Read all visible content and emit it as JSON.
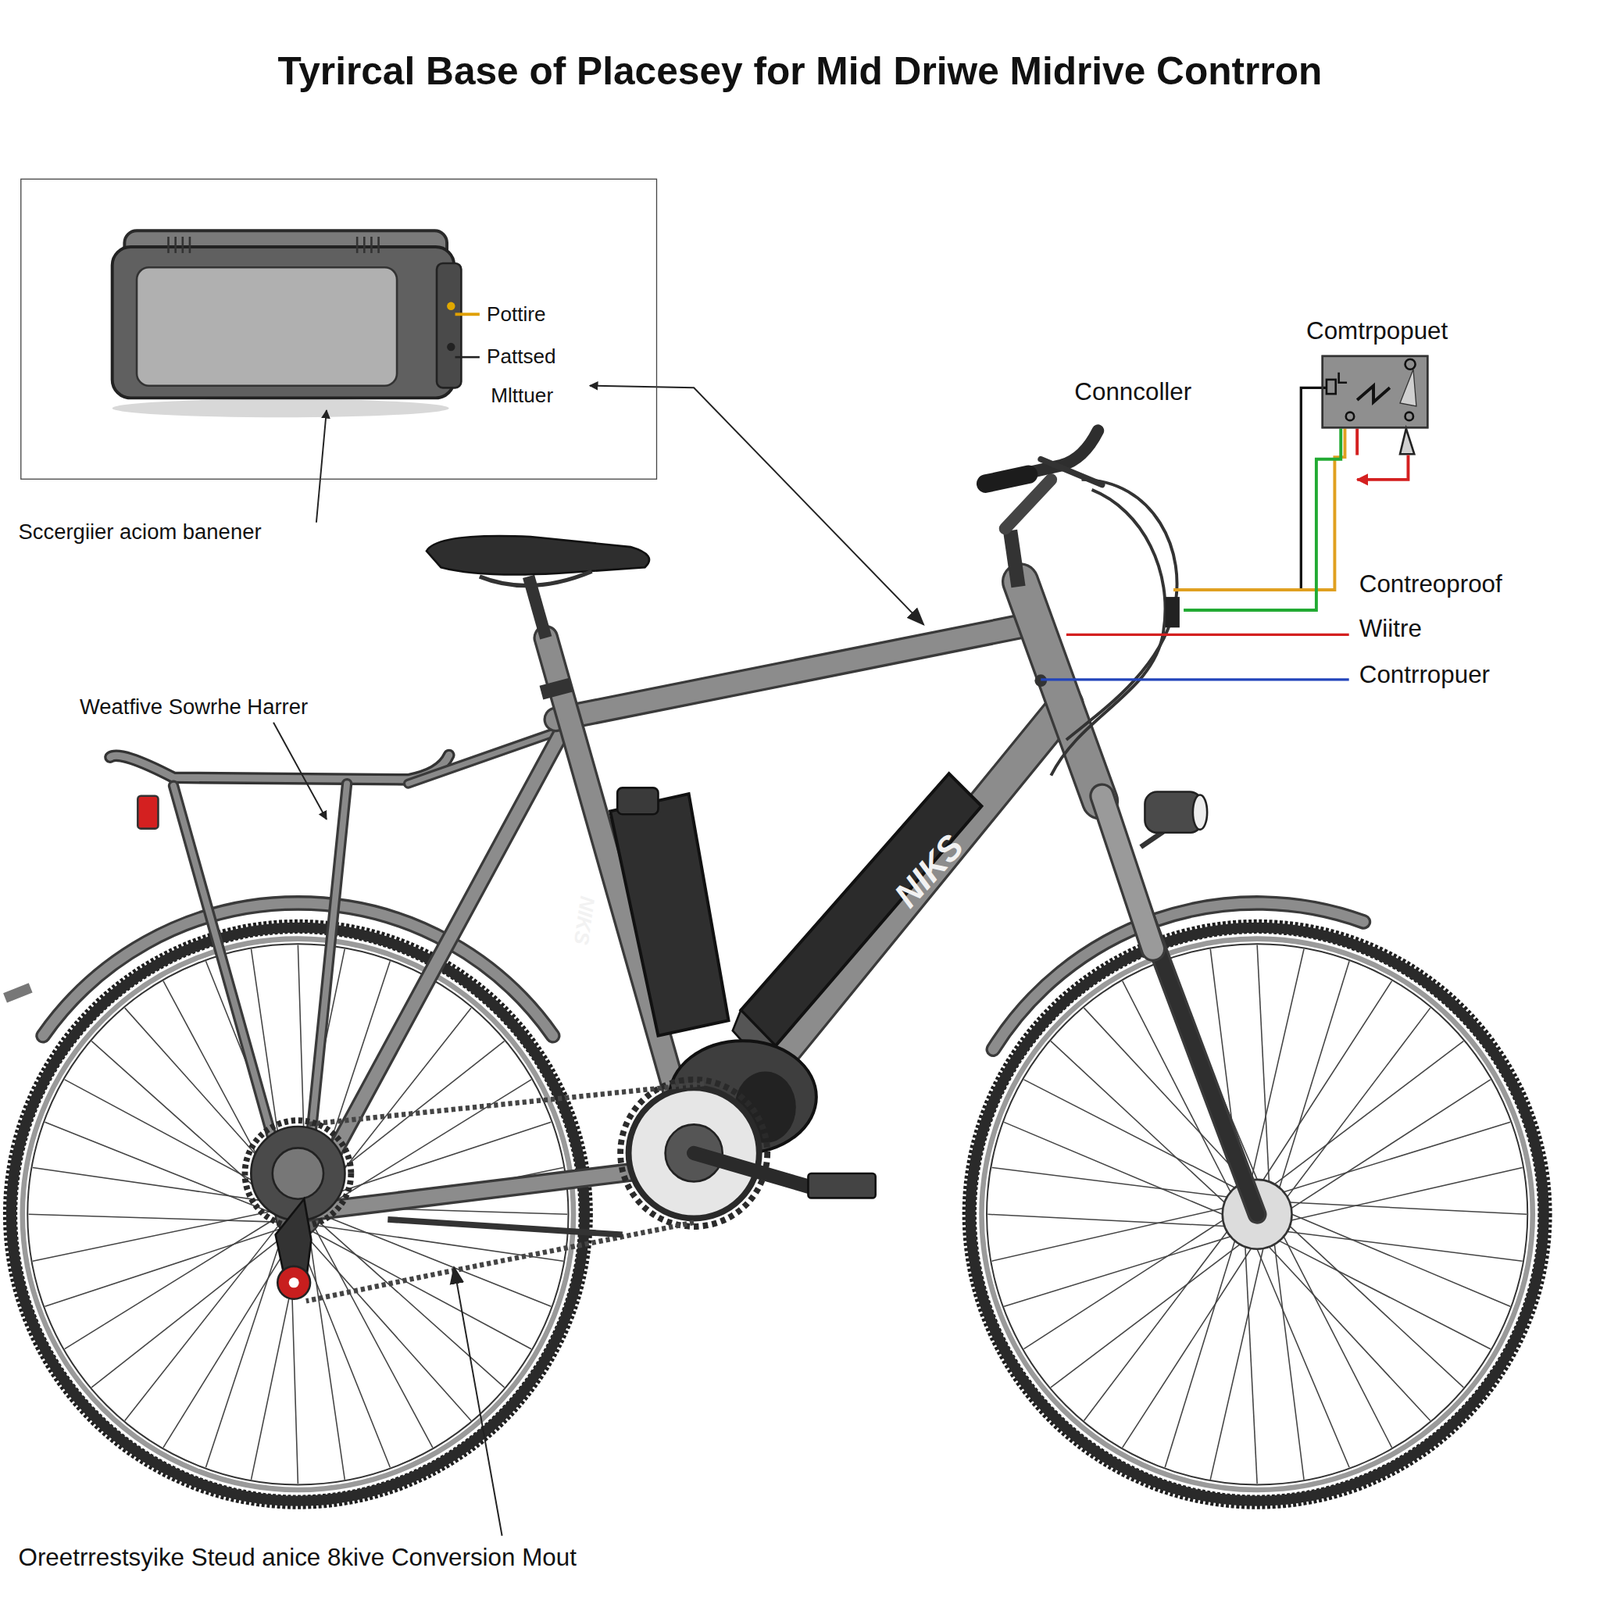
{
  "diagram": {
    "title": "Tyrircal Base of Placesey for Mid Driwe Midrive Contrron",
    "nodes": [
      {
        "text": [
          "Pottire",
          "Pattsed",
          "Mlttuer"
        ]
      },
      {
        "text": [
          "Comtrpopuet"
        ]
      }
    ],
    "labels": [
      "Conncoller",
      "Sccergiier aciom banener",
      "Contreoproof",
      "Wiitre",
      "Contrropuer",
      "Weatfive Sowrhe Harrer",
      "NIKS",
      "NIKS",
      "Oreetrrestsyike Steud anice 8kive Conversion Mout"
    ]
  }
}
